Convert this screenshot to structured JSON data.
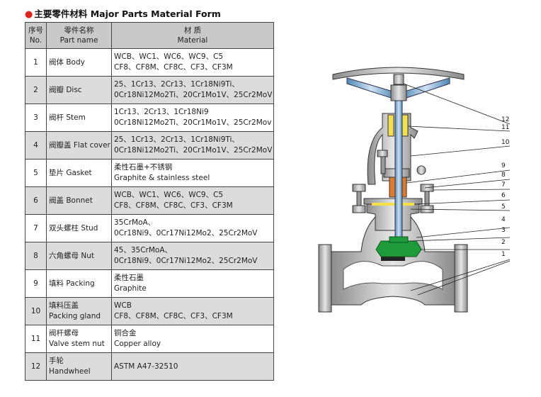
{
  "title": "主要零件材料 Major Parts Material Form",
  "headers": {
    "no_cn": "序号",
    "no_en": "No.",
    "part_cn": "零件名称",
    "part_en": "Part name",
    "mat_cn": "材 质",
    "mat_en": "Material"
  },
  "rows": [
    {
      "no": "1",
      "name1": "阀体 Body",
      "name2": "",
      "mat1": "WCB、WC1、WC6、WC9、C5",
      "mat2": "CF8、CF8M、CF8C、CF3、CF3M"
    },
    {
      "no": "2",
      "name1": "阀瓣 Disc",
      "name2": "",
      "mat1": "25、1Cr13、2Cr13、1Cr18Ni9Ti、",
      "mat2": "0Cr18Ni12Mo2Ti、20Cr1Mo1V、25Cr2MoV"
    },
    {
      "no": "3",
      "name1": "阀杆 Stem",
      "name2": "",
      "mat1": "1Cr13、2Cr13、1Cr18Ni9",
      "mat2": "0Cr18Ni12Mo2Ti、20Cr1Mo1V、25Cr2Mov"
    },
    {
      "no": "4",
      "name1": "阀瓣盖 Flat cover",
      "name2": "",
      "mat1": "25、1Cr13、2Cr13、1Cr18Ni9Ti、",
      "mat2": "0Cr18Ni12Mo2Ti、20Cr1Mo1V、25Cr2MoV"
    },
    {
      "no": "5",
      "name1": "垫片 Gasket",
      "name2": "",
      "mat1": "柔性石墨+不锈钢",
      "mat2": "Graphite & stainless steel"
    },
    {
      "no": "6",
      "name1": "阀盖 Bonnet",
      "name2": "",
      "mat1": "WCB、WC1、WC6、WC9、C5",
      "mat2": "CF8、CF8M、CF8C、CF3、CF3M"
    },
    {
      "no": "7",
      "name1": "双头螺柱 Stud",
      "name2": "",
      "mat1": "35CrMoA、",
      "mat2": "0Cr18Ni9、0Cr17Ni12Mo2、25Cr2MoV"
    },
    {
      "no": "8",
      "name1": "六角螺母 Nut",
      "name2": "",
      "mat1": "45、35CrMoA、",
      "mat2": "0Cr18Ni9、0Cr17Ni12Mo2、25Cr2MoV"
    },
    {
      "no": "9",
      "name1": "填料 Packing",
      "name2": "",
      "mat1": "柔性石墨",
      "mat2": "Graphite"
    },
    {
      "no": "10",
      "name1": "填料压盖",
      "name2": "Packing gland",
      "mat1": "WCB",
      "mat2": "CF8、CF8M、CF8C、CF3、CF3M"
    },
    {
      "no": "11",
      "name1": "阀杆螺母",
      "name2": "Valve stem nut",
      "mat1": "铜合金",
      "mat2": "Copper alloy"
    },
    {
      "no": "12",
      "name1": "手轮",
      "name2": "Handwheel",
      "mat1": "ASTM A47-32510",
      "mat2": ""
    }
  ],
  "callouts": [
    "12",
    "11",
    "10",
    "9",
    "8",
    "7",
    "6",
    "5",
    "4",
    "3",
    "2",
    "1"
  ],
  "colors": {
    "accent": "#e2231a",
    "stem_blue": "#7fb3d5",
    "disc_green": "#1d9a3a",
    "packing_orange": "#e07b2a",
    "yellow": "#f3e04b"
  }
}
